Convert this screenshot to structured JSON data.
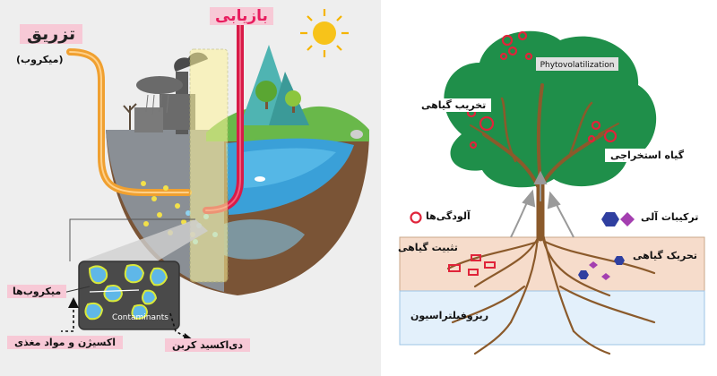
{
  "left_panel": {
    "injection_label": "تزریق",
    "microbes_paren_label": "(میکروب)",
    "recovery_label": "بازیابی",
    "microbes_label": "میکروب‌ها",
    "contaminants_label": "Contaminants",
    "oxygen_nutrients_label": "اکسیژن و مواد مغذی",
    "co2_label": "دی‌اکسید کربن"
  },
  "right_panel": {
    "phytovolatilization_label": "Phytovolatilization",
    "plant_degradation_label": "تخریب گیاهی",
    "plant_extraction_label": "گیاه استخراجی",
    "pollutants_label": "آلودگی‌ها",
    "organic_compounds_label": "ترکیبات آلی",
    "plant_stabilization_label": "تثبیت گیاهی",
    "plant_stimulation_label": "تحریک گیاهی",
    "rhizofiltration_label": "ریزوفیلتراسیون"
  },
  "colors": {
    "sky_left": "#eeeeee",
    "pink_label_bg": "#f7c9d6",
    "pipe_orange": "#f0a030",
    "pipe_red": "#d81b48",
    "water_blue": "#3aa0d8",
    "tree_green": "#1f8f4a",
    "trunk_brown": "#8b5a2b",
    "soil_tan": "#f6dccb",
    "water_zone": "#e3f0fb",
    "pollutant_red": "#e0243a",
    "organic_blue": "#2f3fa0",
    "organic_purple": "#a43fb0"
  }
}
